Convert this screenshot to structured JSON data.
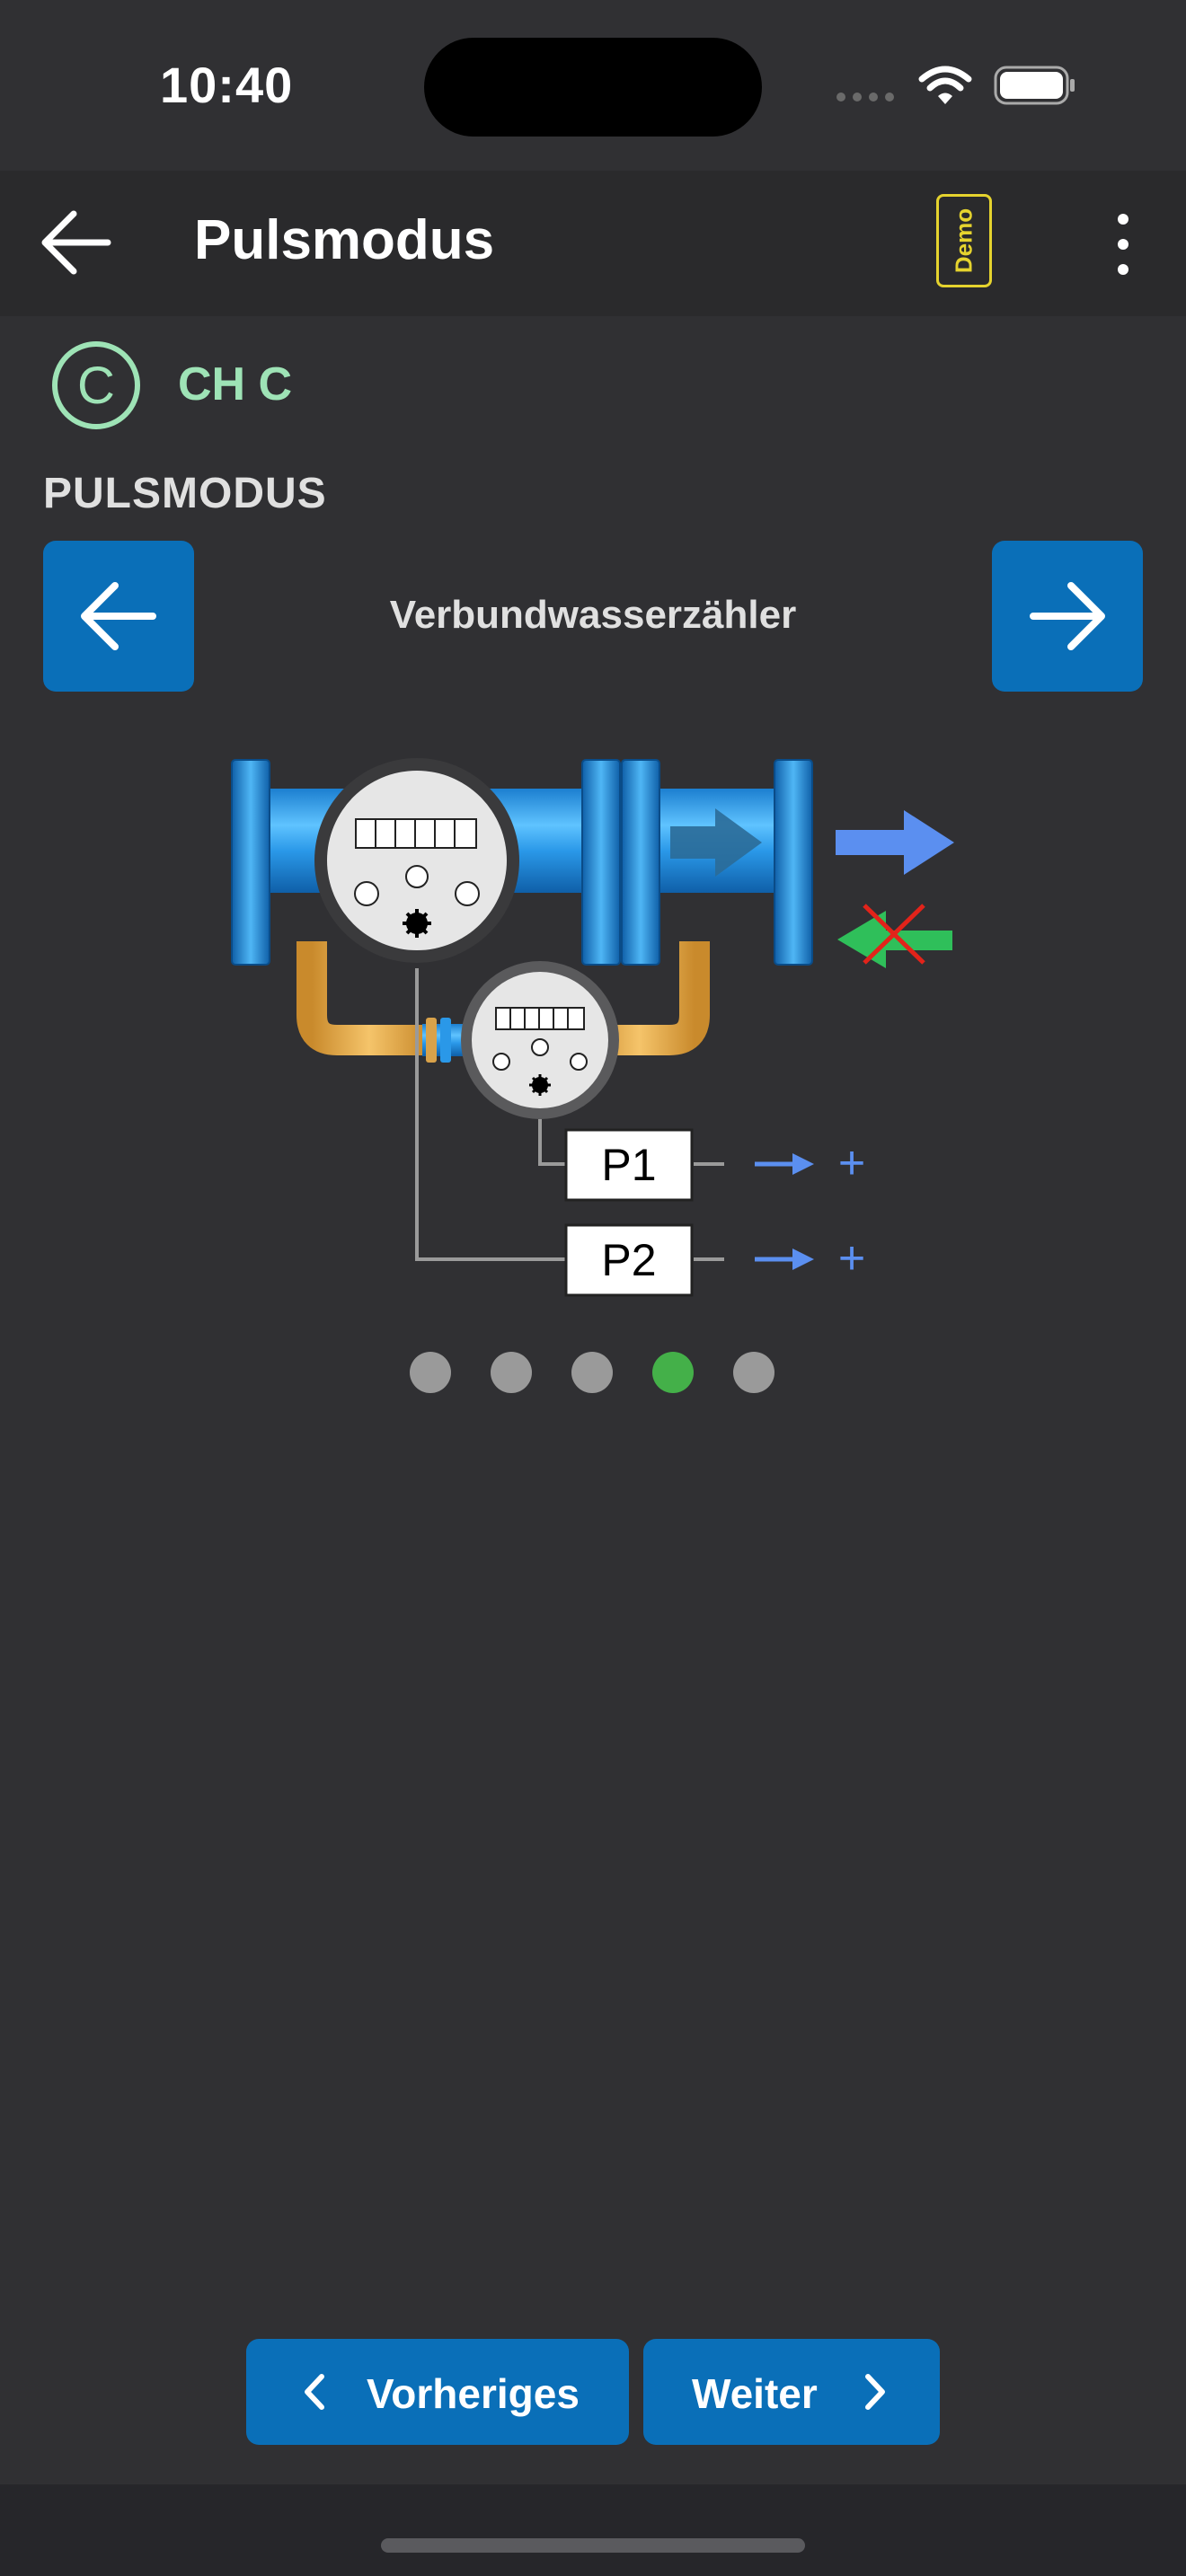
{
  "status_bar": {
    "time": "10:40"
  },
  "app_bar": {
    "title": "Pulsmodus",
    "demo_label": "Demo"
  },
  "channel": {
    "icon_letter": "C",
    "label": "CH C"
  },
  "section": {
    "title": "PULSMODUS"
  },
  "selector": {
    "mode_name": "Verbundwasserzähler"
  },
  "diagram": {
    "outputs": [
      {
        "label": "P1",
        "symbol": "+"
      },
      {
        "label": "P2",
        "symbol": "+"
      }
    ]
  },
  "pagination": {
    "total": 5,
    "active_index": 3
  },
  "buttons": {
    "previous": "Vorheriges",
    "next": "Weiter"
  },
  "icons": {
    "back": "arrow-left-icon",
    "more": "more-vertical-icon",
    "prev": "arrow-left-icon",
    "next": "arrow-right-icon",
    "wifi": "wifi-icon",
    "battery": "battery-icon",
    "signal": "signal-icon"
  },
  "colors": {
    "background": "#303033",
    "app_bar": "#2a2a2c",
    "accent_blue": "#0a6fb8",
    "channel_green": "#9ee3b6",
    "demo_yellow": "#e5d32e",
    "active_dot": "#44b049",
    "inactive_dot": "#9a9a9a"
  }
}
